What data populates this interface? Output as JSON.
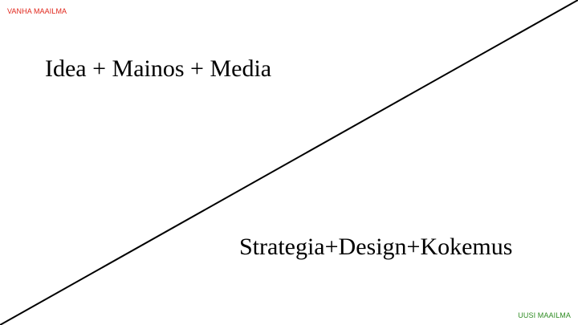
{
  "labels": {
    "old_world": "VANHA MAAILMA",
    "new_world": "UUSI MAAILMA"
  },
  "headings": {
    "old_formula": "Idea + Mainos + Media",
    "new_formula": "Strategia+Design+Kokemus"
  },
  "colors": {
    "old_world_label": "#e0261b",
    "new_world_label": "#2e8b22",
    "text": "#000000",
    "background": "#ffffff"
  }
}
